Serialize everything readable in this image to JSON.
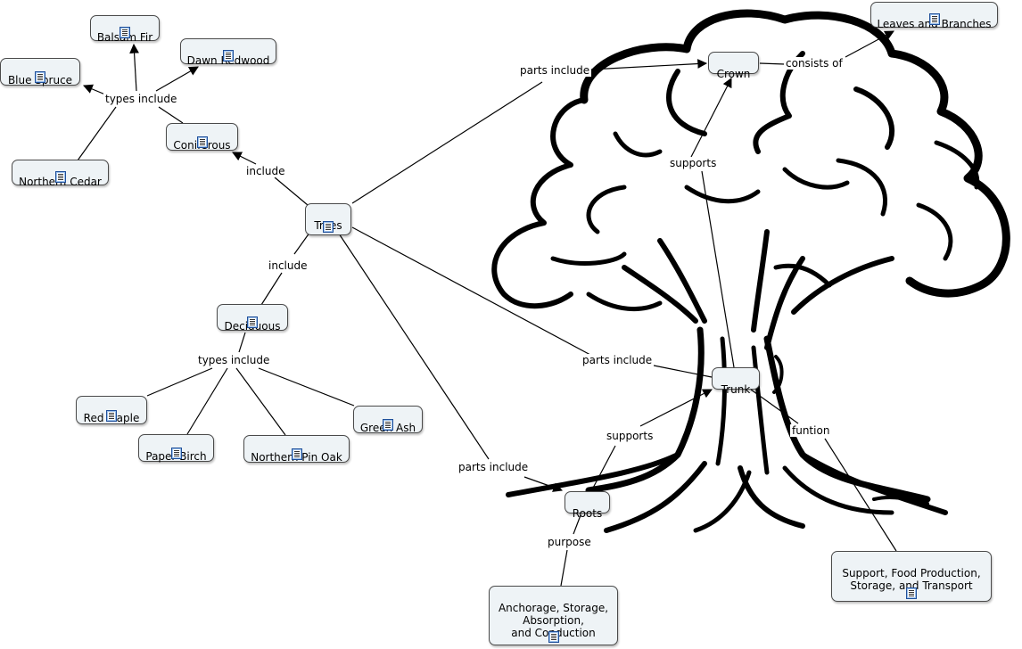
{
  "concept_map": {
    "nodes": {
      "balsam_fir": "Balsam Fir",
      "dawn_redwood": "Dawn Redwood",
      "blue_spruce": "Blue Spruce",
      "coniferous": "Coniferous",
      "northern_cedar": "Northern Cedar",
      "trees": "Trees",
      "deciduous": "Deciduous",
      "red_maple": "Red Maple",
      "paper_birch": "Paper Birch",
      "northern_pin_oak": "Northern Pin Oak",
      "green_ash": "Green Ash",
      "crown": "Crown",
      "leaves_and_branches": "Leaves and Branches",
      "trunk": "Trunk",
      "roots": "Roots",
      "support_food": "Support, Food Production,\nStorage, and Transport",
      "anchorage": "Anchorage, Storage,\nAbsorption,\nand Conduction"
    },
    "links": {
      "types_include_1": "types include",
      "include_1": "include",
      "include_2": "include",
      "types_include_2": "types include",
      "parts_include_crown": "parts include",
      "consists_of": "consists of",
      "supports_crown": "supports",
      "parts_include_trunk": "parts include",
      "funtion": "funtion",
      "supports_trunk": "supports",
      "parts_include_roots": "parts include",
      "purpose": "purpose"
    },
    "background_icon": "tree-illustration",
    "colors": {
      "node_fill": "#eef3f6",
      "node_border": "#4a4a4a",
      "line": "#000000"
    }
  }
}
